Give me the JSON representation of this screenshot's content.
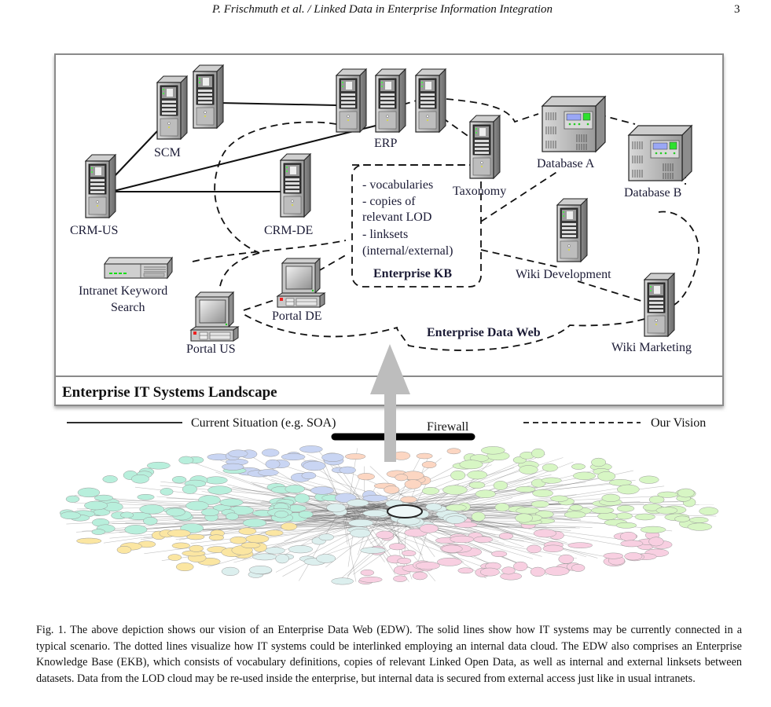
{
  "header": {
    "running_head": "P. Frischmuth et al. / Linked Data in Enterprise Information Integration",
    "page_number": "3"
  },
  "figure": {
    "panel_title": "Enterprise IT Systems Landscape",
    "nodes": {
      "scm": "SCM",
      "erp": "ERP",
      "crm_us": "CRM-US",
      "crm_de": "CRM-DE",
      "taxonomy": "Taxonomy",
      "database_a": "Database A",
      "database_b": "Database B",
      "wiki_development": "Wiki Development",
      "wiki_marketing": "Wiki Marketing",
      "intranet_search_line1": "Intranet Keyword",
      "intranet_search_line2": "Search",
      "portal_us": "Portal US",
      "portal_de": "Portal DE"
    },
    "enterprise_kb": {
      "items": [
        "- vocabularies",
        "- copies of",
        "relevant LOD",
        "- linksets",
        "(internal/external)"
      ],
      "title": "Enterprise KB"
    },
    "cloud_label": "Enterprise Data Web",
    "legend": {
      "solid": "Current Situation (e.g. SOA)",
      "firewall": "Firewall",
      "dashed": "Our Vision"
    },
    "lod_cloud": {
      "description": "Linked Open Data cloud",
      "colors": [
        "#b8efdc",
        "#c9d5f3",
        "#fbe6a2",
        "#fcd6c2",
        "#f8cfe1",
        "#d7f6c4",
        "#dcefee"
      ]
    }
  },
  "caption": "Fig. 1. The above depiction shows our vision of an Enterprise Data Web (EDW). The solid lines show how IT systems may be currently connected in a typical scenario. The dotted lines visualize how IT systems could be interlinked employing an internal data cloud. The EDW also comprises an Enterprise Knowledge Base (EKB), which consists of vocabulary definitions, copies of relevant Linked Open Data, as well as internal and external linksets between datasets. Data from the LOD cloud may be re-used inside the enterprise, but internal data is secured from external access just like in usual intranets."
}
